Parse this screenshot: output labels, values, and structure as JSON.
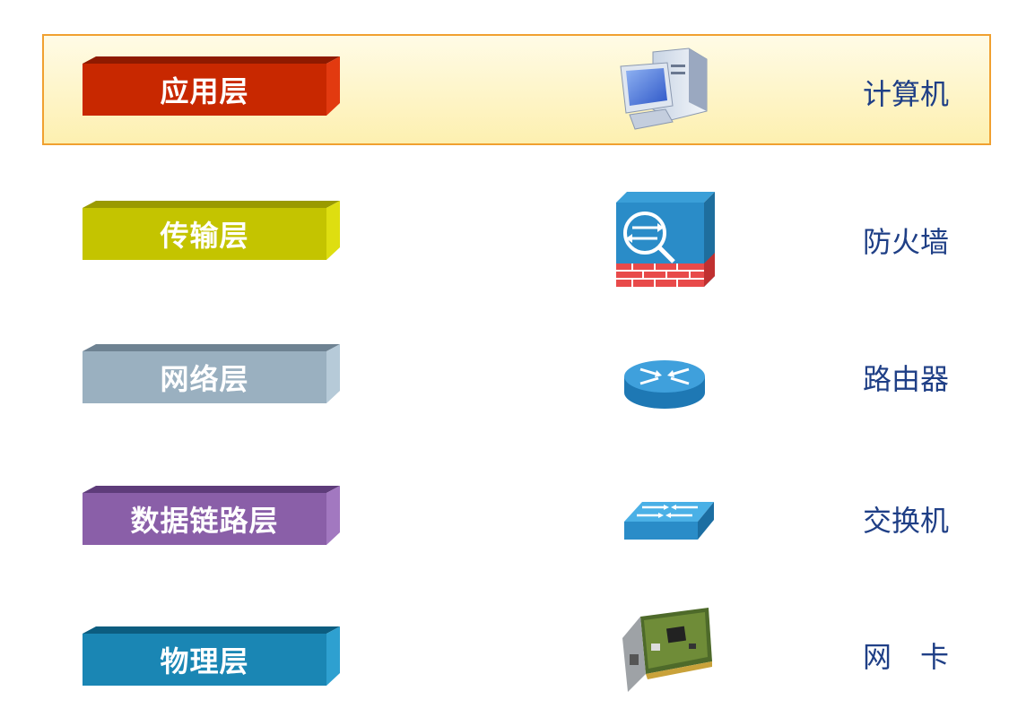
{
  "layers": [
    {
      "label": "应用层",
      "color": "#c82800",
      "top_color": "#8e1a00",
      "side_color": "#e23a10",
      "device": "计算机",
      "icon": "computer-icon",
      "highlighted": true
    },
    {
      "label": "传输层",
      "color": "#c4c400",
      "top_color": "#9a9a00",
      "side_color": "#dede10",
      "device": "防火墙",
      "icon": "firewall-icon",
      "highlighted": false
    },
    {
      "label": "网络层",
      "color": "#9ab0c0",
      "top_color": "#6e8292",
      "side_color": "#b6cad8",
      "device": "路由器",
      "icon": "router-icon",
      "highlighted": false
    },
    {
      "label": "数据链路层",
      "color": "#8a5fa8",
      "top_color": "#5e3c7a",
      "side_color": "#a278c0",
      "device": "交换机",
      "icon": "switch-icon",
      "highlighted": false
    },
    {
      "label": "物理层",
      "color": "#1a86b4",
      "top_color": "#0c5d80",
      "side_color": "#2ea0d0",
      "device": "网　卡",
      "icon": "network-card-icon",
      "highlighted": false
    }
  ]
}
